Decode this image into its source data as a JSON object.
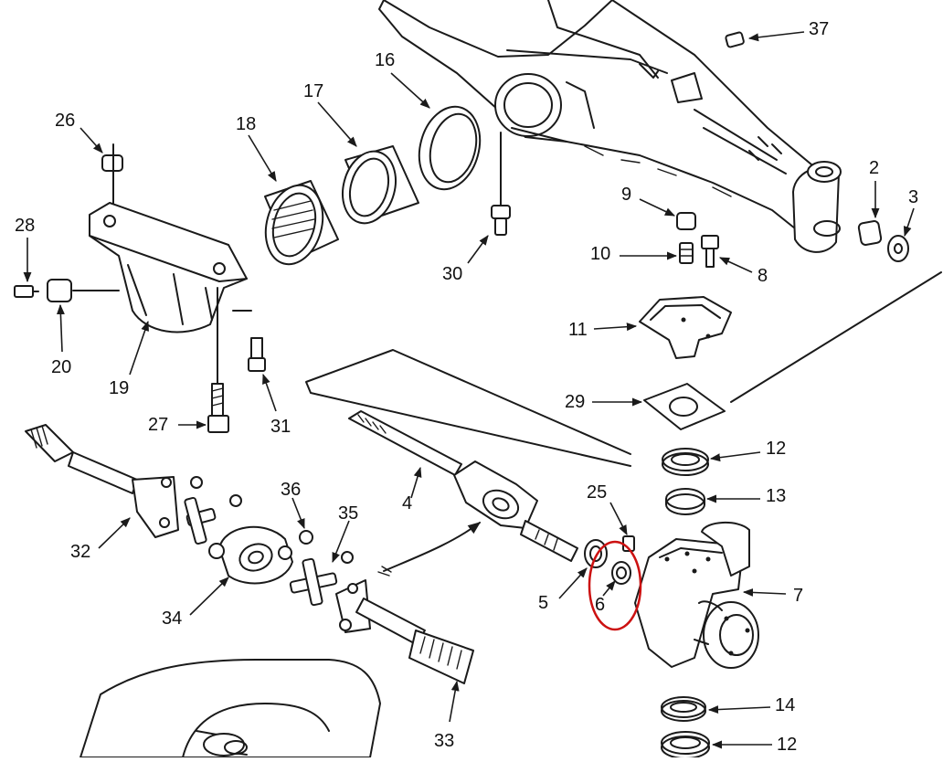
{
  "diagram": {
    "highlight_color": "#cc1111",
    "line_color": "#1a1a1a",
    "part_labels": [
      "37",
      "2",
      "3",
      "9",
      "10",
      "8",
      "11",
      "29",
      "12",
      "13",
      "25",
      "7",
      "5",
      "6",
      "14",
      "12",
      "16",
      "17",
      "18",
      "26",
      "28",
      "20",
      "19",
      "30",
      "27",
      "31",
      "4",
      "36",
      "35",
      "32",
      "34",
      "33"
    ]
  }
}
